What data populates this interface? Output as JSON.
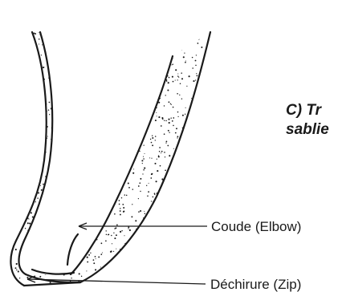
{
  "caption": {
    "line1": "C) Tr",
    "line2": "sablie"
  },
  "labels": {
    "elbow": "Coude (Elbow)",
    "zip": "Déchirure (Zip)"
  },
  "colors": {
    "ink": "#1a1a1a",
    "background": "#ffffff"
  }
}
